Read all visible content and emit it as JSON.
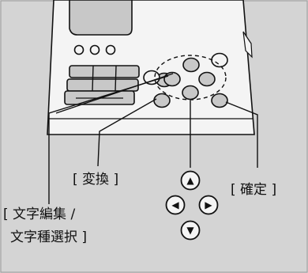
{
  "labels": {
    "henkan": "[ 変換 ]",
    "kakutei": "[ 確定 ]",
    "edit_line1": "[ 文字編集 /",
    "edit_line2": "文字種選択 ]"
  },
  "arrow_buttons": {
    "up": "▲",
    "left": "◀",
    "right": "▶",
    "down": "▼"
  },
  "colors": {
    "background": "#d4d4d4",
    "panel": "#f4f4f4",
    "button_fill": "#c8c8c8",
    "outline": "#111111"
  }
}
